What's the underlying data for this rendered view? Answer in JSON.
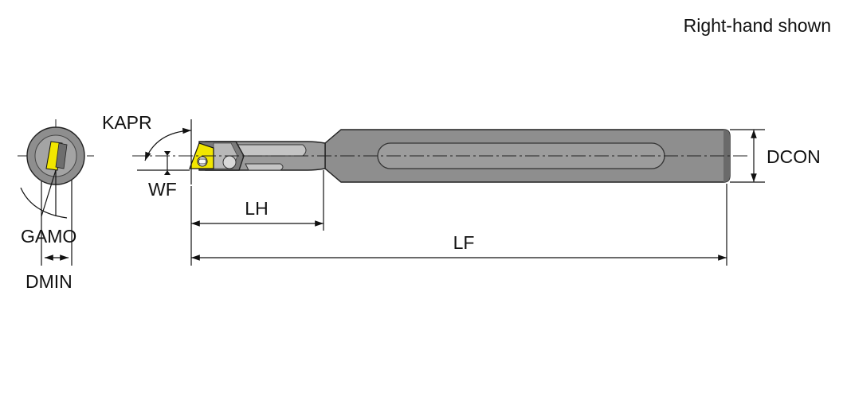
{
  "header": {
    "note": "Right-hand shown"
  },
  "labels": {
    "kapr": "KAPR",
    "wf": "WF",
    "lh": "LH",
    "lf": "LF",
    "dcon": "DCON",
    "gamo": "GAMO",
    "dmin": "DMIN"
  },
  "colors": {
    "body": "#8e8e8e",
    "body_light": "#b4b4b4",
    "insert": "#f2e600",
    "line": "#111111"
  }
}
